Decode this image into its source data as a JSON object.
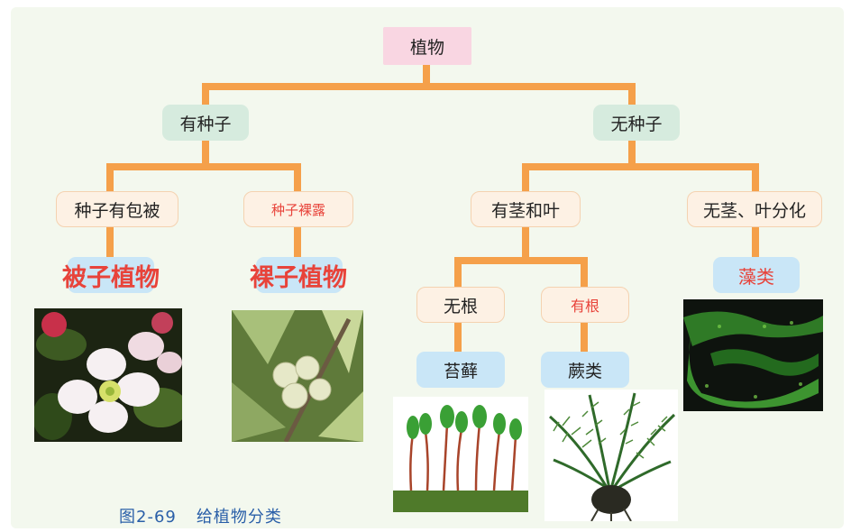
{
  "diagram": {
    "root": "植物",
    "level1": {
      "seed": "有种子",
      "noseed": "无种子"
    },
    "level2": {
      "enclosed": "种子有包被",
      "naked": "种子裸露",
      "stemleaf": "有茎和叶",
      "nostem": "无茎、叶分化"
    },
    "level3": {
      "angio": "被子植物",
      "gymno": "裸子植物",
      "noroot": "无根",
      "root": "有根",
      "algae": "藻类"
    },
    "level4": {
      "moss": "苔藓",
      "fern": "蕨类"
    }
  },
  "caption": {
    "number": "图2-69",
    "text": "给植物分类"
  },
  "colors": {
    "connector": "#f5a04a",
    "root_box": "#f9d6e2",
    "level1_box": "#d6ebde",
    "level2_box": "#fdf1e4",
    "group_box": "#c9e6f7",
    "highlight_text": "#e8433a",
    "caption": "#2a5fa8"
  },
  "images": [
    "apple-blossom-photo",
    "ginkgo-photo",
    "moss-photo",
    "fern-photo",
    "algae-photo"
  ]
}
